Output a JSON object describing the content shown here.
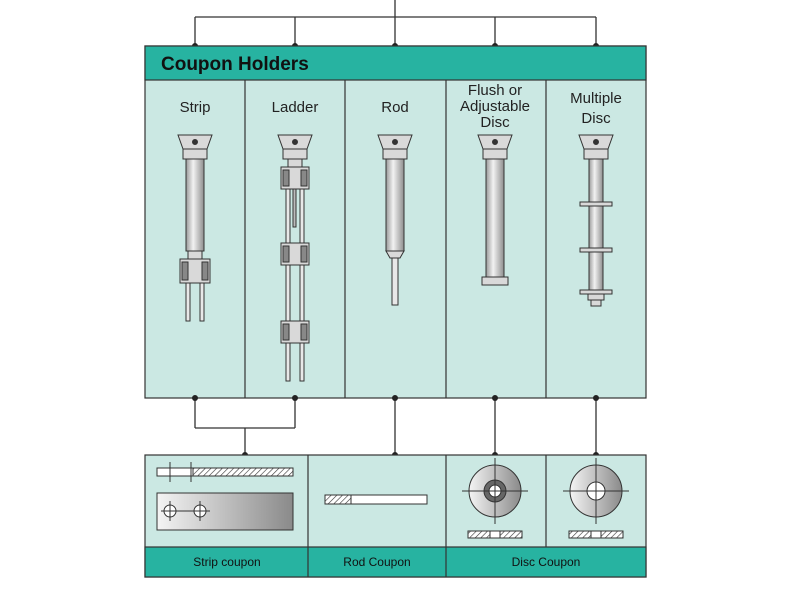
{
  "header": {
    "title": "Coupon Holders"
  },
  "holders": [
    {
      "id": "strip",
      "label_lines": [
        "Strip"
      ]
    },
    {
      "id": "ladder",
      "label_lines": [
        "Ladder"
      ]
    },
    {
      "id": "rod",
      "label_lines": [
        "Rod"
      ]
    },
    {
      "id": "flush",
      "label_lines": [
        "Flush or",
        "Adjustable",
        "Disc"
      ]
    },
    {
      "id": "multiple",
      "label_lines": [
        "Multiple",
        "Disc"
      ]
    }
  ],
  "coupons": [
    {
      "id": "strip",
      "label": "Strip coupon"
    },
    {
      "id": "rod",
      "label": "Rod Coupon"
    },
    {
      "id": "disc",
      "label": "Disc Coupon"
    }
  ],
  "colors": {
    "panel": "#cbe8e3",
    "header": "#27b3a1",
    "footer": "#27b3a1",
    "line": "#333333",
    "metal": "#d9d9d9"
  }
}
